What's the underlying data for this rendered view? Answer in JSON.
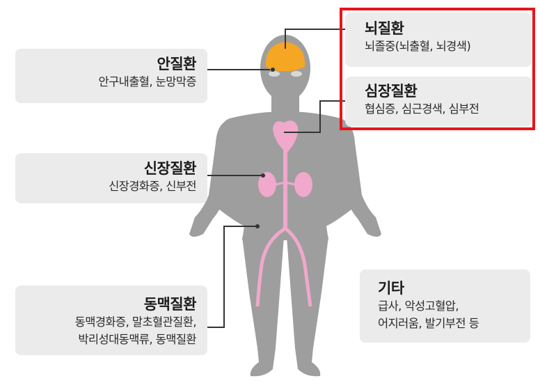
{
  "callouts": {
    "eye": {
      "title": "안질환",
      "desc": [
        "안구내출혈, 눈망막증"
      ]
    },
    "kidney": {
      "title": "신장질환",
      "desc": [
        "신장경화증, 신부전"
      ]
    },
    "artery": {
      "title": "동맥질환",
      "desc": [
        "동맥경화증, 말초혈관질환,",
        "박리성대동맥류, 동맥질환"
      ]
    },
    "other": {
      "title": "기타",
      "desc": [
        "급사, 악성고혈압,",
        "어지러움, 발기부전 등"
      ]
    },
    "brain": {
      "title": "뇌질환",
      "desc": [
        "뇌졸중(뇌출혈, 뇌경색)"
      ]
    },
    "heart": {
      "title": "심장질환",
      "desc": [
        "협심증, 심근경색, 심부전"
      ]
    }
  },
  "colors": {
    "body": "#9e9e9e",
    "brain": "#f5a623",
    "organs": "#f0a8cc",
    "highlight": "#e8141b",
    "callout_bg": "#ebebeb"
  }
}
